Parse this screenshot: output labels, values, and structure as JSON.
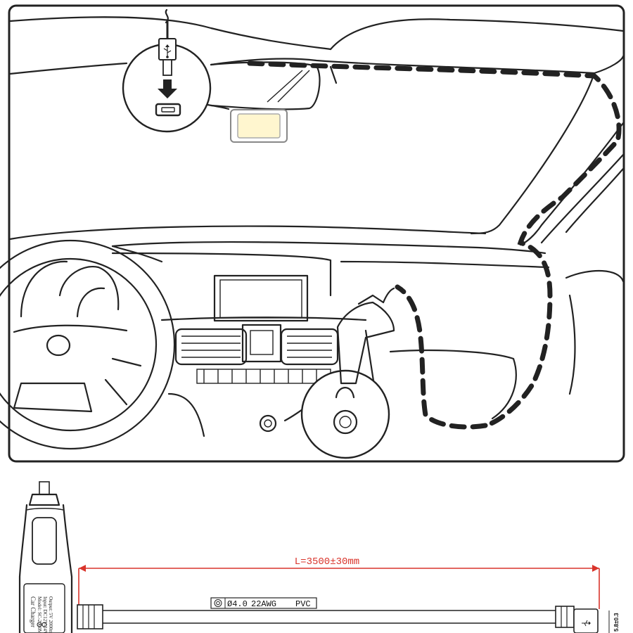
{
  "cable_length_label": "L=3500±30mm",
  "cable_spec": {
    "diameter": "Ø4.0",
    "gauge": "22AWG",
    "material": "PVC"
  },
  "charger_text": {
    "title": "Car Charger",
    "model": "Model: SC-2000M",
    "input": "Input: DC12V-24V",
    "output": "Output: 5V 2000mA"
  },
  "plug_dimension": "5.8±0.3",
  "colors": {
    "dimension_line": "#d9342b",
    "line_art": "#222222",
    "screen_glow": "#fff6cf"
  },
  "icons": [
    "usb-icon",
    "arrow-down-icon",
    "mini-usb-port-icon",
    "ce-mark-icon"
  ]
}
